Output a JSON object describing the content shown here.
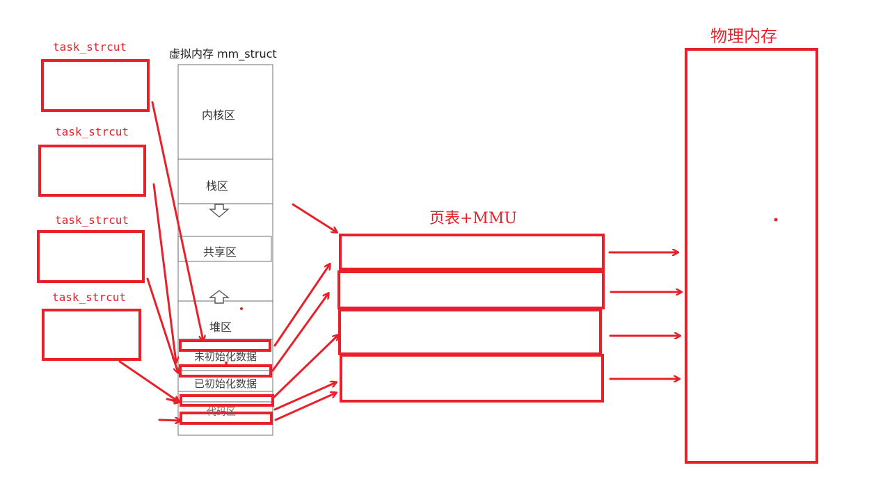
{
  "task_label": "task_strcut",
  "virtual_memory_title": "虚拟内存 mm_struct",
  "segments": {
    "kernel": "内核区",
    "stack": "栈区",
    "shared": "共享区",
    "heap": "堆区",
    "bss": "未初始化数据",
    "data": "已初始化数据",
    "text": "代码区"
  },
  "page_table_title": "页表+MMU",
  "physical_memory_title": "物理内存",
  "colors": {
    "red": "#e8202a",
    "gray": "#888888"
  }
}
